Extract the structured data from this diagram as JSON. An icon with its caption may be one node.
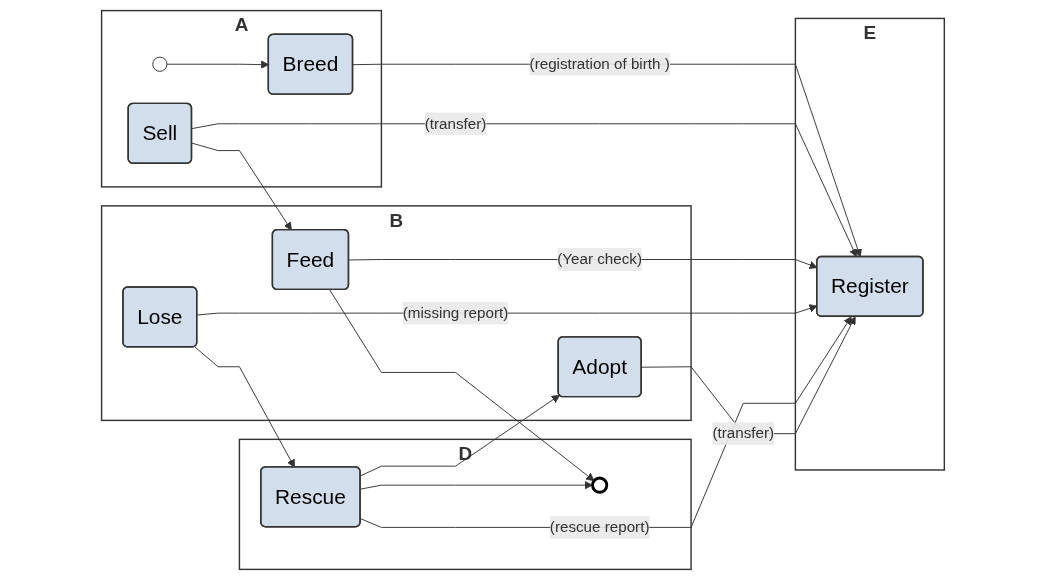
{
  "diagram": {
    "nodes": [
      {
        "text": [
          "E"
        ]
      },
      {
        "text": [
          "Register"
        ],
        "in": 0
      },
      {
        "text": [
          "A"
        ]
      },
      {
        "text": [],
        "shape": "circle",
        "in": 2
      },
      {
        "text": [
          "Breed"
        ],
        "in": 2
      },
      {
        "text": [
          "Sell"
        ],
        "in": 2
      },
      {
        "text": [
          "B"
        ]
      },
      {
        "text": [
          "Feed"
        ],
        "in": 6
      },
      {
        "text": [
          "Lose"
        ],
        "in": 6
      },
      {
        "text": [
          "Adopt"
        ],
        "in": 6
      },
      {
        "text": [
          "D"
        ]
      },
      {
        "text": [],
        "shape": "circle",
        "in": 10
      },
      {
        "text": [
          "Rescue"
        ],
        "in": 10
      }
    ],
    "edges": [
      {
        "from": 3,
        "to": 4,
        "arrow": "to"
      },
      {
        "from": 4,
        "to": 1,
        "arrow": "to",
        "label": "(registration of birth )"
      },
      {
        "from": 5,
        "to": 1,
        "arrow": "to",
        "label": "(transfer)"
      },
      {
        "from": 5,
        "to": 7,
        "arrow": "to"
      },
      {
        "from": 7,
        "to": 1,
        "arrow": "to",
        "label": "(Year check)"
      },
      {
        "from": 8,
        "to": 1,
        "arrow": "to",
        "label": "(missing report)"
      },
      {
        "from": 8,
        "to": 12,
        "arrow": "to"
      },
      {
        "from": 12,
        "to": 1,
        "arrow": "to",
        "label": "(rescue report)"
      },
      {
        "from": 12,
        "to": 9,
        "arrow": "to"
      },
      {
        "from": 9,
        "to": 1,
        "arrow": "to",
        "label": "(transfer)"
      },
      {
        "from": 7,
        "to": 11,
        "arrow": "to"
      },
      {
        "from": 12,
        "to": 11,
        "arrow": "to"
      }
    ]
  }
}
